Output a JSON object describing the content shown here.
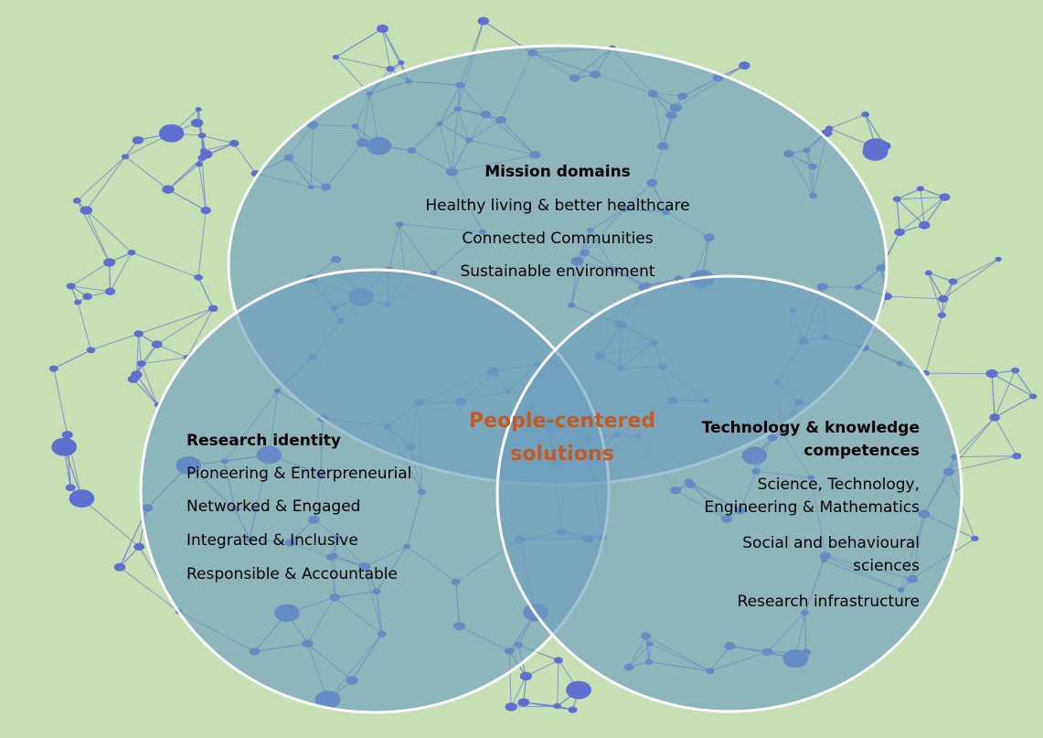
{
  "colors": {
    "background": "#c6e0b4",
    "network_lines": "#6f7fd0",
    "network_nodes": "#5d6fcf",
    "circle_fill": "#6a9dbf",
    "circle_stroke": "#ffffff",
    "core_text": "#c65a1e"
  },
  "mission": {
    "heading": "Mission domains",
    "items": [
      "Healthy living & better healthcare",
      "Connected Communities",
      "Sustainable environment"
    ]
  },
  "research": {
    "heading": "Research identity",
    "items": [
      "Pioneering & Enterpreneurial",
      "Networked & Engaged",
      "Integrated & Inclusive",
      "Responsible & Accountable"
    ]
  },
  "technology": {
    "heading_line1": "Technology & knowledge",
    "heading_line2": "competences",
    "item1_line1": "Science, Technology,",
    "item1_line2": "Engineering & Mathematics",
    "item2_line1": "Social and behavioural",
    "item2_line2": "sciences",
    "item3": "Research infrastructure"
  },
  "core": {
    "line1": "People-centered",
    "line2": "solutions"
  }
}
